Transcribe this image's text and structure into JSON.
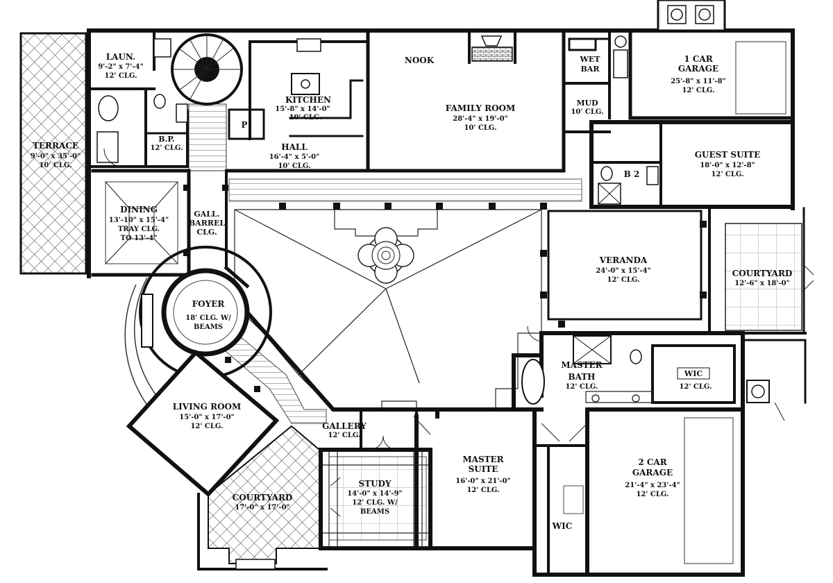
{
  "rooms": {
    "terrace": {
      "name": "TERRACE",
      "dims": [
        "9'-0\" x 35'-0\"",
        "10' CLG."
      ]
    },
    "laundry": {
      "name": "LAUN.",
      "dims": [
        "9'-2\" x 7'-4\"",
        "12' CLG."
      ]
    },
    "bp": {
      "name": "B.P.",
      "dims": [
        "12' CLG."
      ]
    },
    "kitchen": {
      "name": "KITCHEN",
      "dims": [
        "15'-8\" x 14'-0\"",
        "10' CLG."
      ]
    },
    "hall": {
      "name": "HALL",
      "dims": [
        "16'-4\" x 5'-0\"",
        "10' CLG."
      ]
    },
    "pantry": {
      "name": "P",
      "dims": []
    },
    "nook": {
      "name": "NOOK",
      "dims": []
    },
    "family": {
      "name": "FAMILY ROOM",
      "dims": [
        "28'-4\" x 19'-0\"",
        "10' CLG."
      ]
    },
    "wetbar": {
      "name": "WET",
      "dims": [
        "BAR"
      ]
    },
    "mud": {
      "name": "MUD",
      "dims": [
        "10' CLG."
      ]
    },
    "garage1": {
      "name": "1 CAR",
      "dims": [
        "GARAGE",
        "25'-8\" x 11'-8\"",
        "12' CLG."
      ]
    },
    "guest": {
      "name": "GUEST SUITE",
      "dims": [
        "18'-0\" x 12'-8\"",
        "12' CLG."
      ]
    },
    "b2": {
      "name": "B 2",
      "dims": []
    },
    "dining": {
      "name": "DINING",
      "dims": [
        "13'-10\" x 15'-4\"",
        "TRAY CLG.",
        "TO 13'-4\""
      ]
    },
    "gall": {
      "name": "GALL.",
      "dims": [
        "BARREL",
        "CLG."
      ]
    },
    "veranda": {
      "name": "VERANDA",
      "dims": [
        "24'-0\" x 15'-4\"",
        "12' CLG."
      ]
    },
    "courtyard_e": {
      "name": "COURTYARD",
      "dims": [
        "12'-6\" x 18'-0\""
      ]
    },
    "foyer": {
      "name": "FOYER",
      "dims": [
        "18' CLG. W/",
        "BEAMS"
      ]
    },
    "masterbath": {
      "name": "MASTER",
      "dims": [
        "BATH",
        "12' CLG."
      ]
    },
    "wic1": {
      "name": "WIC",
      "dims": [
        "12' CLG."
      ]
    },
    "living": {
      "name": "LIVING ROOM",
      "dims": [
        "15'-0\" x 17'-0\"",
        "12' CLG."
      ]
    },
    "gallery": {
      "name": "GALLERY",
      "dims": [
        "12' CLG."
      ]
    },
    "master": {
      "name": "MASTER",
      "dims": [
        "SUITE",
        "16'-0\" x 21'-0\"",
        "12' CLG."
      ]
    },
    "garage2": {
      "name": "2 CAR",
      "dims": [
        "GARAGE",
        "21'-4\" x 23'-4\"",
        "12' CLG."
      ]
    },
    "study": {
      "name": "STUDY",
      "dims": [
        "14'-0\" x 14'-9\"",
        "12' CLG. W/",
        "BEAMS"
      ]
    },
    "courtyard_s": {
      "name": "COURTYARD",
      "dims": [
        "17'-0\" x 17'-0\""
      ]
    },
    "wic2": {
      "name": "WIC",
      "dims": []
    }
  }
}
